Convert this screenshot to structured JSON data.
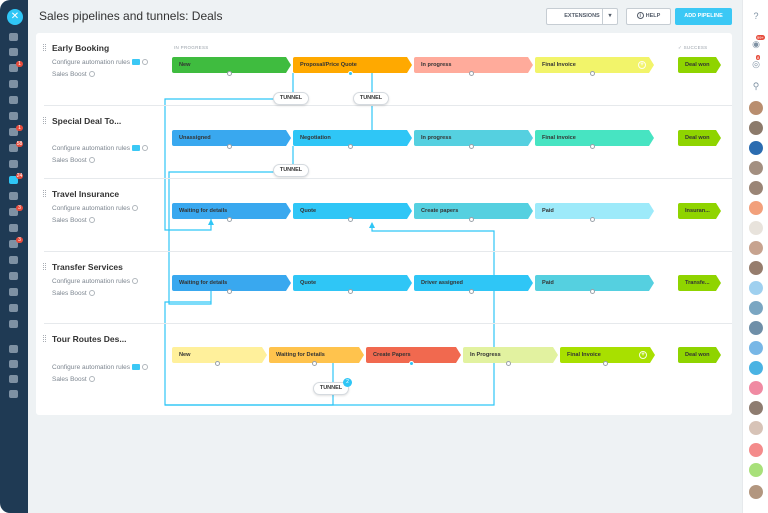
{
  "header": {
    "title": "Sales pipelines and tunnels: Deals",
    "extensions_label": "EXTENSIONS",
    "help_label": "HELP",
    "add_pipeline_label": "ADD PIPELINE"
  },
  "columns": {
    "in_progress": "IN PROGRESS",
    "success": "✓ SUCCESS"
  },
  "pipelines": [
    {
      "title": "Early Booking",
      "automation": "Configure automation rules",
      "sales_boost": "Sales Boost",
      "stages": [
        {
          "label": "New",
          "color": "#3fbc3f"
        },
        {
          "label": "Proposal/Price Quote",
          "color": "#ffa900"
        },
        {
          "label": "In progress",
          "color": "#ffab9b"
        },
        {
          "label": "Final Invoice",
          "color": "#f2f46a"
        }
      ],
      "success": "Deal won"
    },
    {
      "title": "Special Deal To...",
      "automation": "Configure automation rules",
      "sales_boost": "Sales Boost",
      "stages": [
        {
          "label": "Unassigned",
          "color": "#39a8ef"
        },
        {
          "label": "Negotiation",
          "color": "#2fc6f6"
        },
        {
          "label": "In progress",
          "color": "#55d0e0"
        },
        {
          "label": "Final invoice",
          "color": "#47e4c2"
        }
      ],
      "success": "Deal won"
    },
    {
      "title": "Travel Insurance",
      "automation": "Configure automation rules",
      "sales_boost": "Sales Boost",
      "stages": [
        {
          "label": "Waiting for details",
          "color": "#39a8ef"
        },
        {
          "label": "Quote",
          "color": "#2fc6f6"
        },
        {
          "label": "Create papers",
          "color": "#55d0e0"
        },
        {
          "label": "Paid",
          "color": "#9deafa"
        }
      ],
      "success": "Insuran..."
    },
    {
      "title": "Transfer Services",
      "automation": "Configure automation rules",
      "sales_boost": "Sales Boost",
      "stages": [
        {
          "label": "Waiting for details",
          "color": "#39a8ef"
        },
        {
          "label": "Quote",
          "color": "#2fc6f6"
        },
        {
          "label": "Driver assigned",
          "color": "#2fc6f6"
        },
        {
          "label": "Paid",
          "color": "#55d0e0"
        }
      ],
      "success": "Transfe..."
    },
    {
      "title": "Tour Routes Des...",
      "automation": "Configure automation rules",
      "sales_boost": "Sales Boost",
      "stages": [
        {
          "label": "New",
          "color": "#fff09b"
        },
        {
          "label": "Waiting for Details",
          "color": "#ffc34d"
        },
        {
          "label": "Create Papers",
          "color": "#f1694f"
        },
        {
          "label": "In Progress",
          "color": "#e2f2a0"
        },
        {
          "label": "Final Invoice",
          "color": "#a8e000"
        }
      ],
      "success": "Deal won"
    }
  ],
  "tunnels": {
    "label": "TUNNEL",
    "count": "2"
  },
  "colors": {
    "success": "#8fd400",
    "accent": "#2fc6f6",
    "tunnel_line": "#2fc6f6"
  },
  "right_bar": {
    "notifications_badge": "99+",
    "chat_badge": "8"
  },
  "left_nav": {
    "badges": [
      "1",
      "1",
      "58",
      "24",
      "3",
      "3"
    ]
  }
}
